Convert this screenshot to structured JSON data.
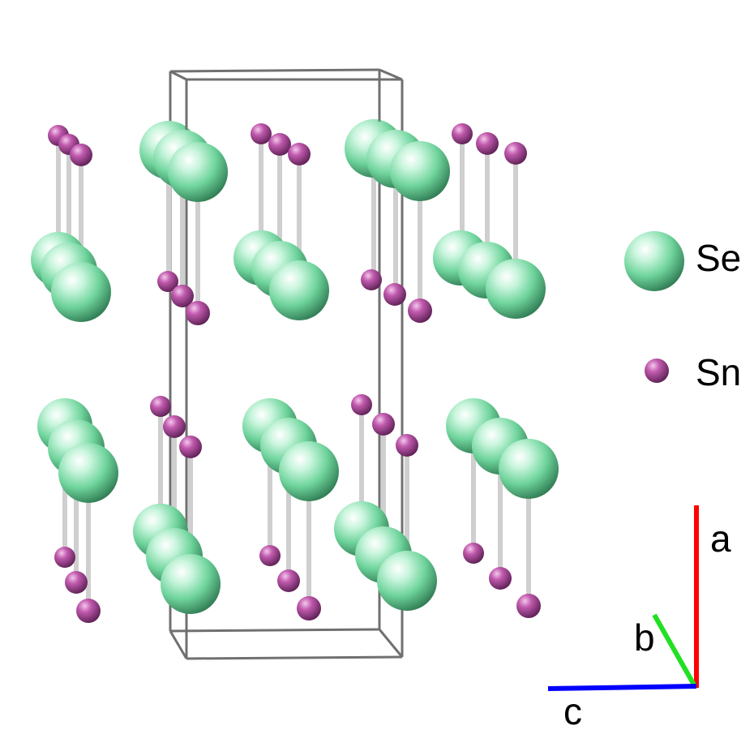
{
  "legend": {
    "items": [
      {
        "element": "Se",
        "label": "Se",
        "color": "#5fd99a"
      },
      {
        "element": "Sn",
        "label": "Sn",
        "color": "#b34a9f"
      }
    ]
  },
  "axes": {
    "a": {
      "label": "a",
      "color": "#ff0000"
    },
    "b": {
      "label": "b",
      "color": "#22e022"
    },
    "c": {
      "label": "c",
      "color": "#0000ff"
    }
  },
  "colors": {
    "bond": "#cfcfcf",
    "unit_cell": "#707070",
    "background": "#ffffff"
  }
}
